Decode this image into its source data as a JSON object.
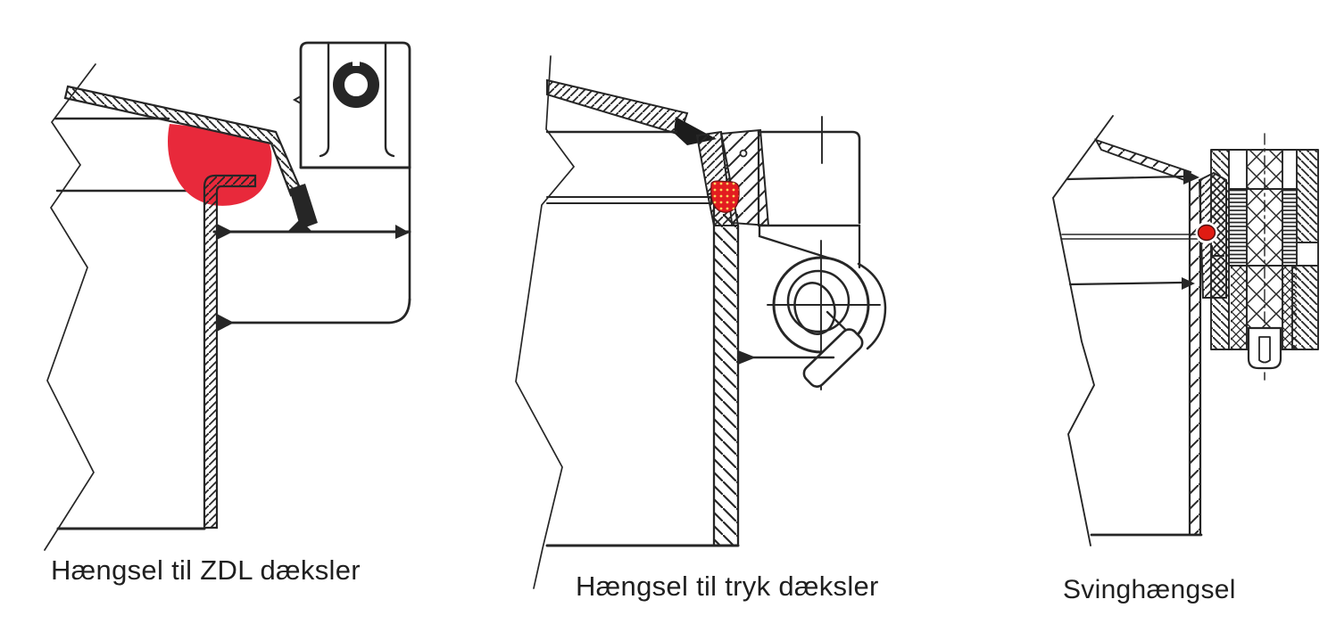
{
  "page": {
    "background_color": "#ffffff",
    "line_color": "#262626",
    "description": "Three technical cross-section drawings of hatch-cover hinge types with red seals highlighted"
  },
  "figures": [
    {
      "caption": "Hængsel til ZDL dæksler",
      "type": "technical-cross-section",
      "highlight": "lip-gasket-seal",
      "seal_color": "#e8293b"
    },
    {
      "caption": "Hængsel til tryk dæksler",
      "type": "technical-cross-section",
      "highlight": "profile-seal",
      "seal_color": "#e31c20",
      "seal_dot_color": "#fbd65f"
    },
    {
      "caption": "Svinghængsel",
      "type": "technical-cross-section",
      "highlight": "o-ring-seal",
      "seal_color": "#e01b12"
    }
  ]
}
